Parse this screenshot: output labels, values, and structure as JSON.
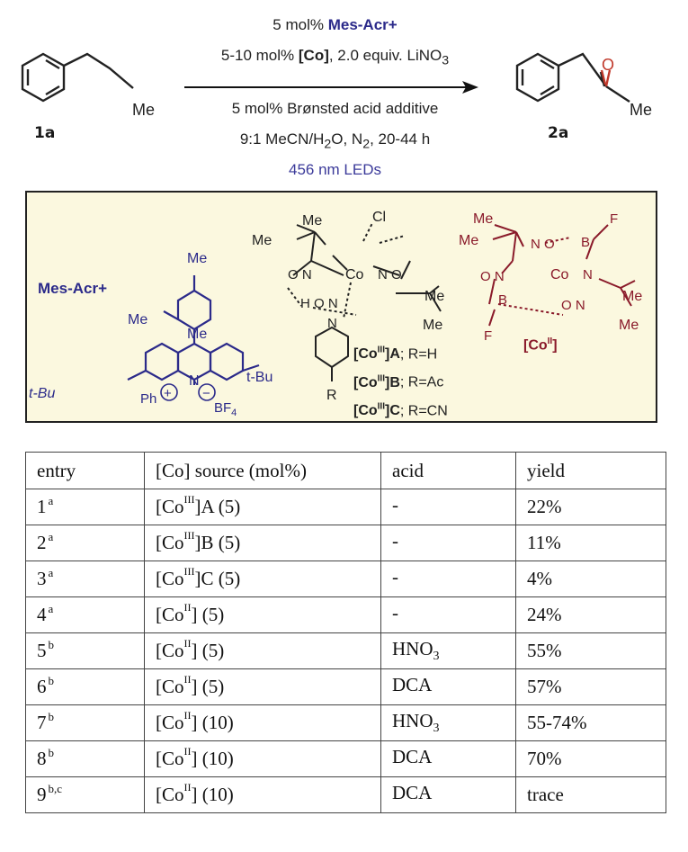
{
  "scheme": {
    "conditions": {
      "line1_pre": "5 mol% ",
      "line1_cat": "Mes-Acr+",
      "line2_pre": "5-10 mol% ",
      "line2_co": "[Co]",
      "line2_post": ", 2.0 equiv. LiNO",
      "line2_sub": "3",
      "line3": "5 mol% Brønsted acid additive",
      "line4_pre": "9:1 MeCN/H",
      "line4_sub1": "2",
      "line4_mid": "O, N",
      "line4_sub2": "2",
      "line4_post": ", 20-44 h",
      "line5": "456 nm LEDs"
    },
    "substrate_label": "1a",
    "product_label": "2a",
    "substrate_me": "Me",
    "product_me": "Me",
    "product_o": "O"
  },
  "catalyst_box": {
    "mes_acr_label": "Mes-Acr+",
    "mes_me_top": "Me",
    "mes_me_left": "Me",
    "mes_me_right": "Me",
    "tbu_left": "t-Bu",
    "tbu_right": "t-Bu",
    "acr_n": "N",
    "acr_ph": "Ph",
    "plus": "+",
    "minus": "−",
    "bf4": "BF",
    "bf4_sub": "4",
    "co3_cl": "Cl",
    "co3_me1": "Me",
    "co3_me2": "Me",
    "co3_me3": "Me",
    "co3_me4": "Me",
    "co3_co": "Co",
    "co3_pyr_r": "R",
    "co3_variants": [
      {
        "pre": "[Co",
        "sup": "III",
        "post": "]A",
        "desc": "; R=H"
      },
      {
        "pre": "[Co",
        "sup": "III",
        "post": "]B",
        "desc": "; R=Ac"
      },
      {
        "pre": "[Co",
        "sup": "III",
        "post": "]C",
        "desc": "; R=CN"
      }
    ],
    "co2_label_pre": "[Co",
    "co2_label_sup": "II",
    "co2_label_post": "]",
    "co2_co": "Co",
    "co2_f": "F",
    "co2_b": "B",
    "co2_me": "Me",
    "colors": {
      "acridinium": "#2b2a8a",
      "co2": "#8a1a2a",
      "box_bg": "#fbf8df"
    }
  },
  "table": {
    "headers": [
      "entry",
      "[Co] source (mol%)",
      "acid",
      "yield"
    ],
    "rows": [
      {
        "entry": "1",
        "note": "a",
        "co_pre": "[Co",
        "co_sup": "III",
        "co_post": "]A (5)",
        "acid": "-",
        "acid_sub": "",
        "yield": "22%"
      },
      {
        "entry": "2",
        "note": "a",
        "co_pre": "[Co",
        "co_sup": "III",
        "co_post": "]B (5)",
        "acid": "-",
        "acid_sub": "",
        "yield": "11%"
      },
      {
        "entry": "3",
        "note": "a",
        "co_pre": "[Co",
        "co_sup": "III",
        "co_post": "]C (5)",
        "acid": "-",
        "acid_sub": "",
        "yield": "4%"
      },
      {
        "entry": "4",
        "note": "a",
        "co_pre": "[Co",
        "co_sup": "II",
        "co_post": "] (5)",
        "acid": "-",
        "acid_sub": "",
        "yield": "24%"
      },
      {
        "entry": "5",
        "note": "b",
        "co_pre": "[Co",
        "co_sup": "II",
        "co_post": "] (5)",
        "acid": "HNO",
        "acid_sub": "3",
        "yield": "55%"
      },
      {
        "entry": "6",
        "note": "b",
        "co_pre": "[Co",
        "co_sup": "II",
        "co_post": "] (5)",
        "acid": "DCA",
        "acid_sub": "",
        "yield": "57%"
      },
      {
        "entry": "7",
        "note": "b",
        "co_pre": "[Co",
        "co_sup": "II",
        "co_post": "] (10)",
        "acid": "HNO",
        "acid_sub": "3",
        "yield": "55-74%"
      },
      {
        "entry": "8",
        "note": "b",
        "co_pre": "[Co",
        "co_sup": "II",
        "co_post": "] (10)",
        "acid": "DCA",
        "acid_sub": "",
        "yield": "70%"
      },
      {
        "entry": "9",
        "note": "b,c",
        "co_pre": "[Co",
        "co_sup": "II",
        "co_post": "] (10)",
        "acid": "DCA",
        "acid_sub": "",
        "yield": "trace"
      }
    ]
  }
}
